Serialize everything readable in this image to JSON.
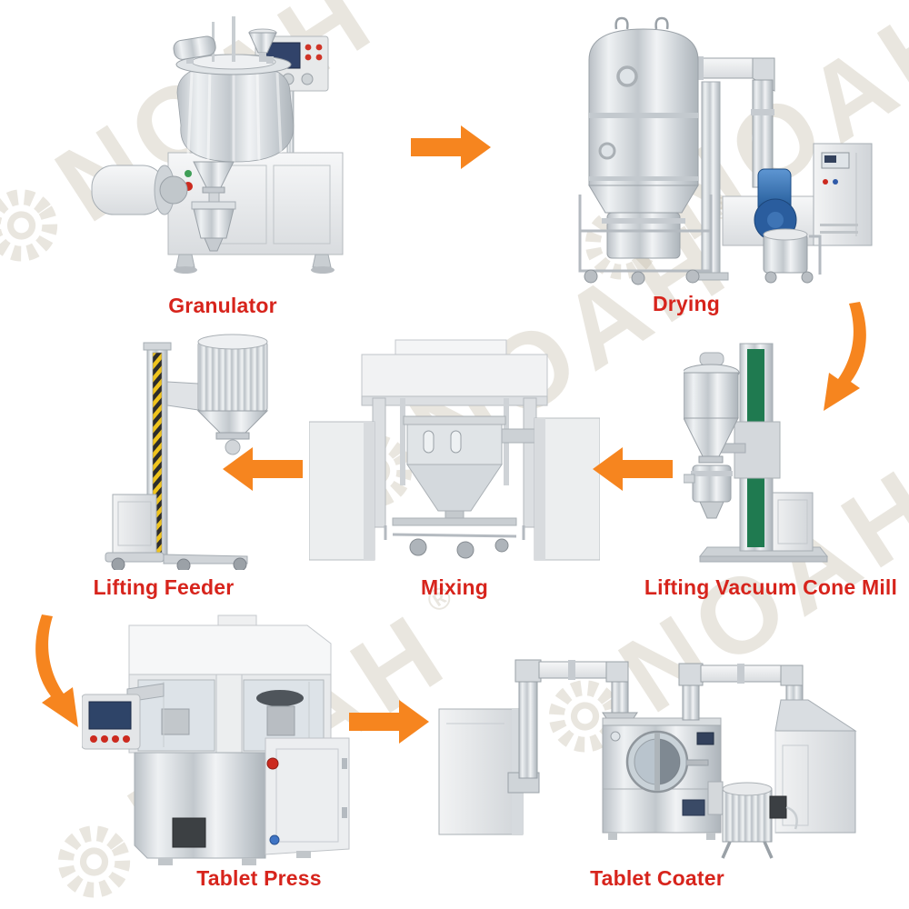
{
  "diagram": {
    "type": "process-flow",
    "subject": "tablet production line equipment",
    "watermark": "NOAH",
    "watermark_reg": "®",
    "colors": {
      "background": "#ffffff",
      "label_text": "#d7241c",
      "arrow": "#f6851f",
      "hazard_yellow": "#efc31c",
      "lift_green": "#1f7a50",
      "blower_blue": "#2f6db5"
    },
    "stages": [
      {
        "id": "granulator",
        "label": "Granulator"
      },
      {
        "id": "drying",
        "label": "Drying"
      },
      {
        "id": "lifting-vacuum-cone-mill",
        "label": "Lifting Vacuum Cone Mill"
      },
      {
        "id": "mixing",
        "label": "Mixing"
      },
      {
        "id": "lifting-feeder",
        "label": "Lifting Feeder"
      },
      {
        "id": "tablet-press",
        "label": "Tablet Press"
      },
      {
        "id": "tablet-coater",
        "label": "Tablet Coater"
      }
    ],
    "connections": [
      {
        "from": "Granulator",
        "to": "Drying",
        "arrow": "straight-right"
      },
      {
        "from": "Drying",
        "to": "Lifting Vacuum Cone Mill",
        "arrow": "curved-down-left"
      },
      {
        "from": "Lifting Vacuum Cone Mill",
        "to": "Mixing",
        "arrow": "straight-left"
      },
      {
        "from": "Mixing",
        "to": "Lifting Feeder",
        "arrow": "straight-left"
      },
      {
        "from": "Lifting Feeder",
        "to": "Tablet Press",
        "arrow": "curved-down-right"
      },
      {
        "from": "Tablet Press",
        "to": "Tablet Coater",
        "arrow": "straight-right"
      }
    ]
  }
}
